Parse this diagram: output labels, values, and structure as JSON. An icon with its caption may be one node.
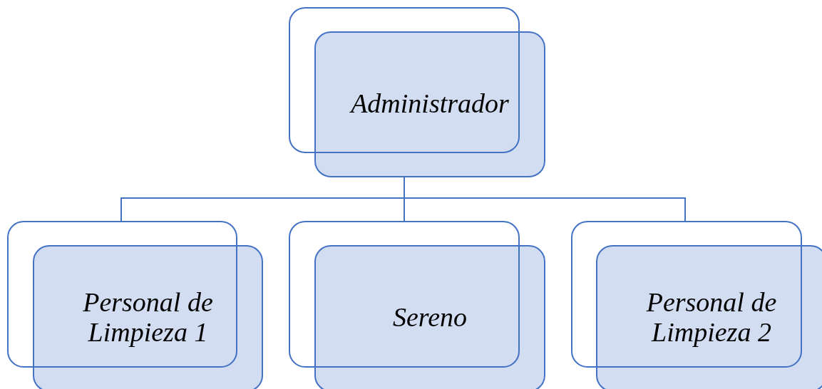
{
  "diagram": {
    "nodes": [
      {
        "text": [
          "Administrador"
        ]
      },
      {
        "text": [
          "Personal de Limpieza 1"
        ]
      },
      {
        "text": [
          "Sereno"
        ]
      },
      {
        "text": [
          "Personal de Limpieza 2"
        ]
      }
    ],
    "edges": [
      {
        "from": 0,
        "to": 1,
        "arrow": "none"
      },
      {
        "from": 0,
        "to": 2,
        "arrow": "none"
      },
      {
        "from": 0,
        "to": 3,
        "arrow": "none"
      }
    ]
  }
}
